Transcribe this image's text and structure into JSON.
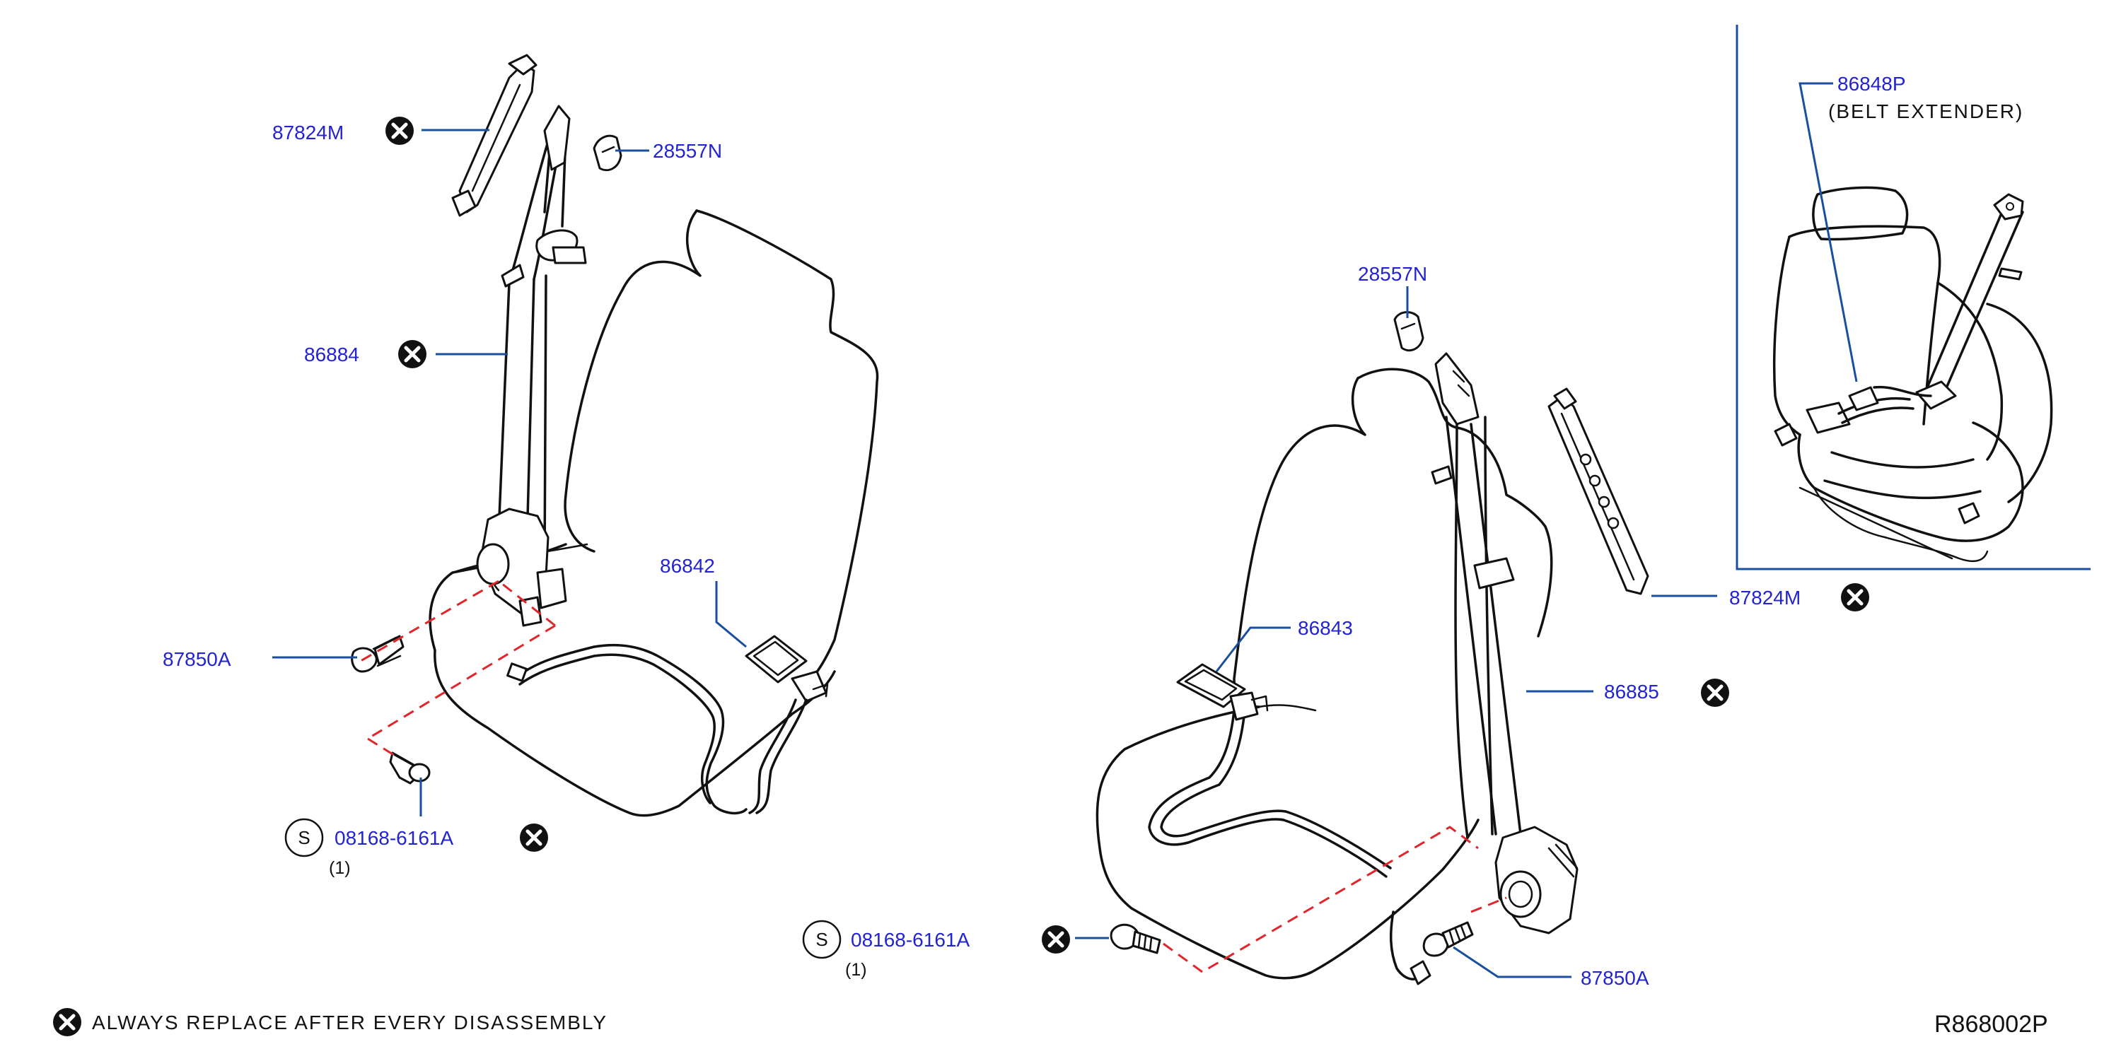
{
  "part_labels": {
    "p87824m_left": "87824M",
    "p28557n_left": "28557N",
    "p86884": "86884",
    "p86842": "86842",
    "p87850a_left": "87850A",
    "p08168_left": "08168-6161A",
    "p08168_left_qty": "(1)",
    "p28557n_right": "28557N",
    "p86843": "86843",
    "p86885": "86885",
    "p87824m_right": "87824M",
    "p87850a_right": "87850A",
    "p08168_right": "08168-6161A",
    "p08168_right_qty": "(1)",
    "p86848p": "86848P",
    "p86848p_note": "(BELT   EXTENDER)"
  },
  "symbols": {
    "standard_part": "S"
  },
  "legend": {
    "replace_note": "ALWAYS   REPLACE   AFTER   EVERY   DISASSEMBLY"
  },
  "diagram_code": "R868002P",
  "colors": {
    "label": "#2323d2",
    "leader": "#1a4fa0",
    "mount_dash": "#e0262a",
    "ink": "#111111"
  }
}
